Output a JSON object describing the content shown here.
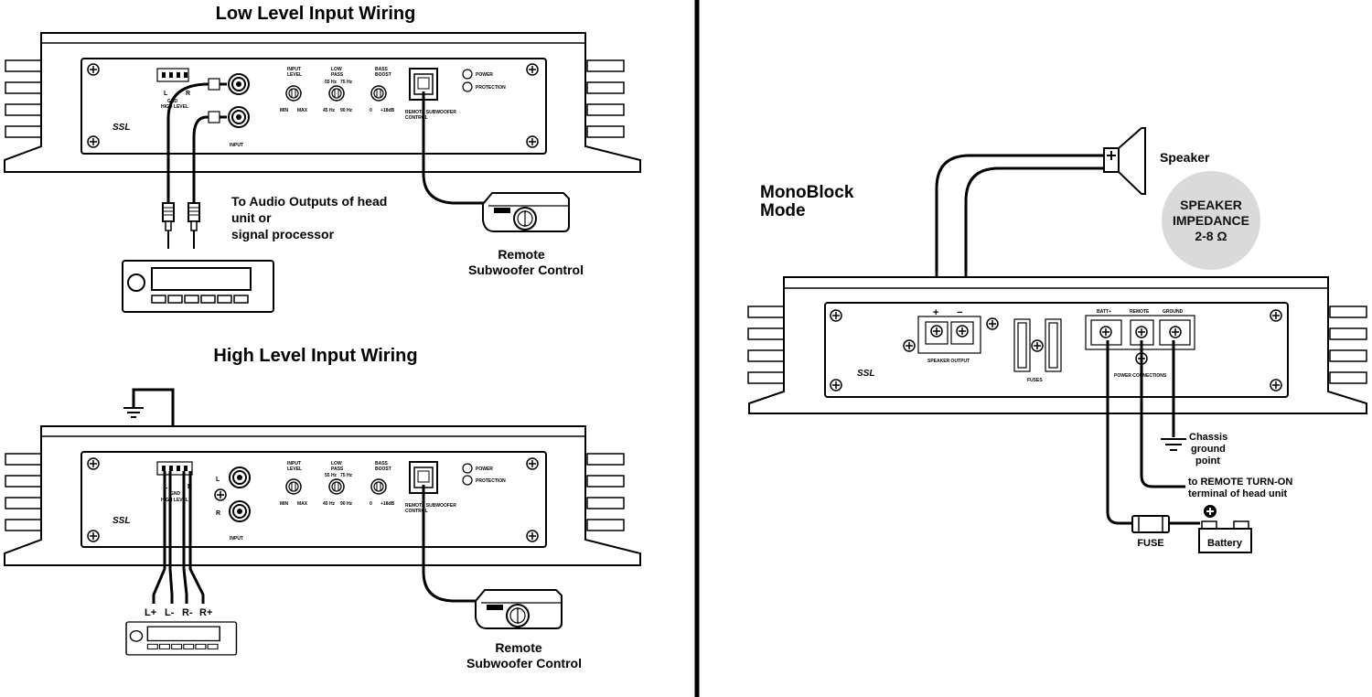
{
  "titles": {
    "low_level": "Low Level Input Wiring",
    "high_level": "High Level Input Wiring",
    "monoblock_line1": "MonoBlock",
    "monoblock_line2": "Mode"
  },
  "amp_panel": {
    "logo": "SSL",
    "power": "POWER",
    "protection": "PROTECTION",
    "input_level": [
      "INPUT",
      "LEVEL"
    ],
    "min": "MIN",
    "max": "MAX",
    "low_pass": [
      "LOW",
      "PASS"
    ],
    "f55": "55 Hz",
    "f75": "75 Hz",
    "f45": "45 Hz",
    "f90": "90 Hz",
    "bass_boost": [
      "BASS",
      "BOOST"
    ],
    "b0": "0",
    "b18": "+18dB",
    "remote_sub": [
      "REMOTE SUBWOOFER",
      "CONTROL"
    ],
    "input": "INPUT",
    "hl_l": "L",
    "hl_r": "R",
    "gnd": "GND",
    "high_level": "HIGH LEVEL",
    "rca_l": "L",
    "rca_r": "R"
  },
  "low_level": {
    "audio_outputs": [
      "To Audio Outputs of head",
      "unit or",
      "signal processor"
    ],
    "remote": [
      "Remote",
      "Subwoofer Control"
    ]
  },
  "high_level": {
    "wire_labels": [
      "L+",
      "L-",
      "R-",
      "R+"
    ],
    "remote": [
      "Remote",
      "Subwoofer Control"
    ]
  },
  "monoblock": {
    "speaker": "Speaker",
    "impedance": [
      "SPEAKER",
      "IMPEDANCE",
      "2-8 Ω"
    ],
    "plus": "+",
    "minus": "−",
    "speaker_output": "SPEAKER OUTPUT",
    "fuses": "FUSES",
    "batt": "BATT+",
    "remote": "REMOTE",
    "ground": "GROUND",
    "power_connections": "POWER CONNECTIONS",
    "chassis": [
      "Chassis",
      "ground",
      "point"
    ],
    "turn_on": [
      "to REMOTE TURN-ON",
      "terminal of head unit"
    ],
    "fuse": "FUSE",
    "battery": "Battery"
  }
}
